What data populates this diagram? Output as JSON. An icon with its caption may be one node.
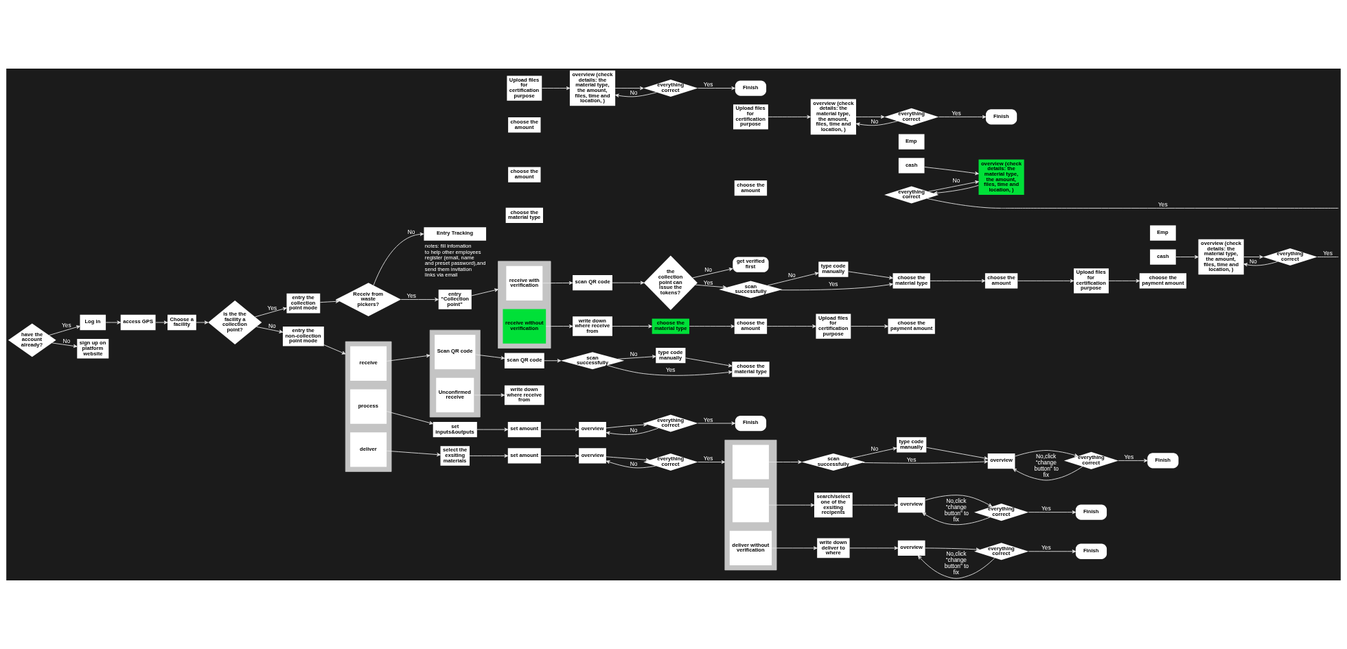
{
  "diagram": {
    "nodes": [
      {
        "text": [
          "have the account already?"
        ]
      },
      {
        "text": [
          "Log in"
        ]
      },
      {
        "text": [
          "access GPS"
        ]
      },
      {
        "text": [
          "Choose a facility"
        ]
      },
      {
        "text": [
          "is the the facility a collection point?"
        ]
      },
      {
        "text": [
          "entry the collection point mode"
        ]
      },
      {
        "text": [
          "Receiv from waste pickers?"
        ]
      },
      {
        "text": [
          "Entry Tracking"
        ],
        "beside": [
          "notes: fill infomation to help other employees register (email, name and preset password),and send them invitation links via email"
        ]
      },
      {
        "text": [
          "entry “Collection point”"
        ]
      },
      {
        "text": [],
        "shape": "box"
      },
      {
        "text": [
          "receive with verification"
        ],
        "in": 9
      },
      {
        "text": [
          "receive without verification"
        ],
        "in": 9
      },
      {
        "text": [
          "scan QR code"
        ]
      },
      {
        "text": [
          "the collection point can issue the tokens?"
        ]
      },
      {
        "text": [
          "get verified first"
        ]
      },
      {
        "text": [
          "scan successfully"
        ]
      },
      {
        "text": [
          "type code manually"
        ]
      },
      {
        "text": [
          "choose the material type"
        ]
      },
      {
        "text": [
          "choose the amount"
        ]
      },
      {
        "text": [
          "Upload files for certification purpose"
        ]
      },
      {
        "text": [
          "choose the payment amount"
        ]
      },
      {
        "text": [
          "cash"
        ]
      },
      {
        "text": [
          "Emp"
        ]
      },
      {
        "text": [
          "overview (check details: the material type, the amount, files, time and location, )"
        ]
      },
      {
        "text": [
          "everything correct"
        ]
      },
      {
        "text": [
          "write down where receive from"
        ]
      },
      {
        "text": [
          "choose the material type"
        ]
      },
      {
        "text": [
          "choose the amount"
        ]
      },
      {
        "text": [
          "Upload files for certification purpose"
        ]
      },
      {
        "text": [
          "choose the payment amount"
        ]
      },
      {
        "text": [
          "cash"
        ]
      },
      {
        "text": [
          "Emp"
        ]
      },
      {
        "text": [
          "overview (check details: the material type, the amount, files, time and location, )"
        ]
      },
      {
        "text": [
          "everything correct"
        ]
      },
      {
        "text": [
          "sign up on platform website"
        ]
      },
      {
        "text": [
          "entry the non-collection point mode"
        ]
      },
      {
        "text": [],
        "shape": "box"
      },
      {
        "text": [
          "receive"
        ],
        "in": 36
      },
      {
        "text": [
          "process"
        ],
        "in": 36
      },
      {
        "text": [
          "deliver"
        ],
        "in": 36
      },
      {
        "text": [],
        "shape": "box"
      },
      {
        "text": [
          "Scan QR code"
        ],
        "in": 40
      },
      {
        "text": [
          "Unconfirmed receive"
        ],
        "in": 40
      },
      {
        "text": [
          "scan QR code"
        ]
      },
      {
        "text": [
          "scan successfully"
        ]
      },
      {
        "text": [
          "type code manually"
        ]
      },
      {
        "text": [
          "choose the material type"
        ]
      },
      {
        "text": [
          "choose the amount"
        ]
      },
      {
        "text": [
          "Upload files for certification purpose"
        ]
      },
      {
        "text": [
          "overview (check details: the material type, the amount, files, time and location, )"
        ]
      },
      {
        "text": [
          "everything correct"
        ]
      },
      {
        "text": [
          "Finish"
        ]
      },
      {
        "text": [
          "write down where receive from"
        ]
      },
      {
        "text": [
          "choose the material type"
        ]
      },
      {
        "text": [
          "choose the amount"
        ]
      },
      {
        "text": [
          "choose the amount"
        ]
      },
      {
        "text": [
          "Upload files for certification purpose"
        ]
      },
      {
        "text": [
          "overview (check details: the material type, the amount, files, time and location, )"
        ]
      },
      {
        "text": [
          "everything correct"
        ]
      },
      {
        "text": [
          "Finish"
        ]
      },
      {
        "text": [
          "set inputs&outputs"
        ]
      },
      {
        "text": [
          "set amount"
        ]
      },
      {
        "text": [
          "overview"
        ]
      },
      {
        "text": [
          "everything correct"
        ]
      },
      {
        "text": [
          "Finish"
        ]
      },
      {
        "text": [
          "select the exsiting materials"
        ]
      },
      {
        "text": [
          "set amount"
        ]
      },
      {
        "text": [
          "overview"
        ]
      },
      {
        "text": [
          "everything correct"
        ]
      },
      {
        "text": [],
        "shape": "box"
      },
      {
        "text": [],
        "shape": "box",
        "in": 69
      },
      {
        "text": [],
        "shape": "box",
        "in": 69
      },
      {
        "text": [
          "deliver without verification"
        ],
        "in": 69
      },
      {
        "text": [
          "scan successfully"
        ]
      },
      {
        "text": [
          "type code manually"
        ]
      },
      {
        "text": [
          "overview"
        ]
      },
      {
        "text": [
          "everything correct"
        ]
      },
      {
        "text": [
          "Finish"
        ]
      },
      {
        "text": [
          "search/select one of the exsiting recipents"
        ]
      },
      {
        "text": [
          "overview"
        ]
      },
      {
        "text": [
          "everything correct"
        ]
      },
      {
        "text": [
          "Finish"
        ]
      },
      {
        "text": [
          "write down deliver to where"
        ]
      },
      {
        "text": [
          "overview"
        ]
      },
      {
        "text": [
          "everything correct"
        ]
      },
      {
        "text": [
          "Finish"
        ]
      }
    ],
    "edges": [
      {
        "from": 0,
        "to": 1,
        "arrow": "to",
        "label": "Yes"
      },
      {
        "from": 0,
        "to": 34,
        "arrow": "to",
        "label": "No"
      },
      {
        "from": 1,
        "to": 2,
        "arrow": "to"
      },
      {
        "from": 2,
        "to": 3,
        "arrow": "to"
      },
      {
        "from": 3,
        "to": 4,
        "arrow": "to"
      },
      {
        "from": 4,
        "to": 5,
        "arrow": "to",
        "label": "Yes"
      },
      {
        "from": 4,
        "to": 35,
        "arrow": "to",
        "label": "No"
      },
      {
        "from": 5,
        "to": 6,
        "arrow": "to"
      },
      {
        "from": 6,
        "to": 8,
        "arrow": "to",
        "label": "Yes"
      },
      {
        "from": 6,
        "to": 7,
        "arrow": "to",
        "label": "No"
      },
      {
        "from": 8,
        "to": 9,
        "arrow": "to"
      },
      {
        "from": 10,
        "to": 12,
        "arrow": "to"
      },
      {
        "from": 11,
        "to": 25,
        "arrow": "to"
      },
      {
        "from": 12,
        "to": 13,
        "arrow": "to"
      },
      {
        "from": 13,
        "to": 15,
        "arrow": "to",
        "label": "Yes"
      },
      {
        "from": 13,
        "to": 14,
        "arrow": "to",
        "label": "No"
      },
      {
        "from": 15,
        "to": 17,
        "arrow": "to",
        "label": "Yes"
      },
      {
        "from": 15,
        "to": 16,
        "arrow": "to",
        "label": "No"
      },
      {
        "from": 16,
        "to": 17,
        "arrow": "to"
      },
      {
        "from": 17,
        "to": 18,
        "arrow": "to"
      },
      {
        "from": 18,
        "to": 19,
        "arrow": "to"
      },
      {
        "from": 19,
        "to": 20,
        "arrow": "to"
      },
      {
        "from": 21,
        "to": 23,
        "arrow": "to"
      },
      {
        "from": 23,
        "to": 24,
        "arrow": "to"
      },
      {
        "from": 24,
        "to": 23,
        "arrow": "to",
        "label": "No"
      },
      {
        "from": 24,
        "to": null,
        "arrow": "none",
        "label": "Yes"
      },
      {
        "from": 25,
        "to": 26,
        "arrow": "to"
      },
      {
        "from": 26,
        "to": 27,
        "arrow": "to"
      },
      {
        "from": 27,
        "to": 28,
        "arrow": "to"
      },
      {
        "from": 28,
        "to": 29,
        "arrow": "to"
      },
      {
        "from": 30,
        "to": 32,
        "arrow": "to"
      },
      {
        "from": 32,
        "to": 33,
        "arrow": "to"
      },
      {
        "from": 33,
        "to": 32,
        "arrow": "to",
        "label": "No"
      },
      {
        "from": 33,
        "to": null,
        "arrow": "none",
        "label": "Yes"
      },
      {
        "from": 35,
        "to": 36,
        "arrow": "to"
      },
      {
        "from": 37,
        "to": 40,
        "arrow": "to"
      },
      {
        "from": 41,
        "to": 43,
        "arrow": "to"
      },
      {
        "from": 43,
        "to": 44,
        "arrow": "to"
      },
      {
        "from": 44,
        "to": 46,
        "arrow": "to",
        "label": "Yes"
      },
      {
        "from": 44,
        "to": 45,
        "arrow": "to",
        "label": "No"
      },
      {
        "from": 45,
        "to": 46,
        "arrow": "to"
      },
      {
        "from": 48,
        "to": 49,
        "arrow": "to"
      },
      {
        "from": 49,
        "to": 50,
        "arrow": "to"
      },
      {
        "from": 50,
        "to": 51,
        "arrow": "to",
        "label": "Yes"
      },
      {
        "from": 50,
        "to": 49,
        "arrow": "to",
        "label": "No"
      },
      {
        "from": 42,
        "to": 52,
        "arrow": "to"
      },
      {
        "from": 56,
        "to": 57,
        "arrow": "to"
      },
      {
        "from": 57,
        "to": 58,
        "arrow": "to"
      },
      {
        "from": 58,
        "to": 59,
        "arrow": "to",
        "label": "Yes"
      },
      {
        "from": 58,
        "to": 57,
        "arrow": "to",
        "label": "No"
      },
      {
        "from": 38,
        "to": 60,
        "arrow": "to"
      },
      {
        "from": 60,
        "to": 61,
        "arrow": "to"
      },
      {
        "from": 61,
        "to": 62,
        "arrow": "to"
      },
      {
        "from": 62,
        "to": 63,
        "arrow": "to"
      },
      {
        "from": 63,
        "to": 64,
        "arrow": "to",
        "label": "Yes"
      },
      {
        "from": 63,
        "to": 62,
        "arrow": "to",
        "label": "No"
      },
      {
        "from": 39,
        "to": 65,
        "arrow": "to"
      },
      {
        "from": 65,
        "to": 66,
        "arrow": "to"
      },
      {
        "from": 66,
        "to": 67,
        "arrow": "to"
      },
      {
        "from": 67,
        "to": 68,
        "arrow": "to"
      },
      {
        "from": 68,
        "to": 69,
        "arrow": "to",
        "label": "Yes"
      },
      {
        "from": 68,
        "to": 67,
        "arrow": "to",
        "label": "No"
      },
      {
        "from": 70,
        "to": 73,
        "arrow": "to"
      },
      {
        "from": 73,
        "to": 75,
        "arrow": "to",
        "label": "Yes"
      },
      {
        "from": 73,
        "to": 74,
        "arrow": "to",
        "label": "No"
      },
      {
        "from": 74,
        "to": 75,
        "arrow": "to"
      },
      {
        "from": 75,
        "to": 76,
        "arrow": "to"
      },
      {
        "from": 76,
        "to": 77,
        "arrow": "to",
        "label": "Yes"
      },
      {
        "from": 76,
        "to": 75,
        "arrow": "to",
        "label": "No,click “change button” to fix"
      },
      {
        "from": 71,
        "to": 78,
        "arrow": "to"
      },
      {
        "from": 78,
        "to": 79,
        "arrow": "to"
      },
      {
        "from": 79,
        "to": 80,
        "arrow": "to"
      },
      {
        "from": 80,
        "to": 81,
        "arrow": "to",
        "label": "Yes"
      },
      {
        "from": 80,
        "to": 79,
        "arrow": "to",
        "label": "No,click “change button” to fix"
      },
      {
        "from": 72,
        "to": 82,
        "arrow": "to"
      },
      {
        "from": 82,
        "to": 83,
        "arrow": "to"
      },
      {
        "from": 83,
        "to": 84,
        "arrow": "to"
      },
      {
        "from": 84,
        "to": 85,
        "arrow": "to",
        "label": "Yes"
      },
      {
        "from": 84,
        "to": 83,
        "arrow": "to",
        "label": "No,click “change button” to fix"
      }
    ]
  }
}
